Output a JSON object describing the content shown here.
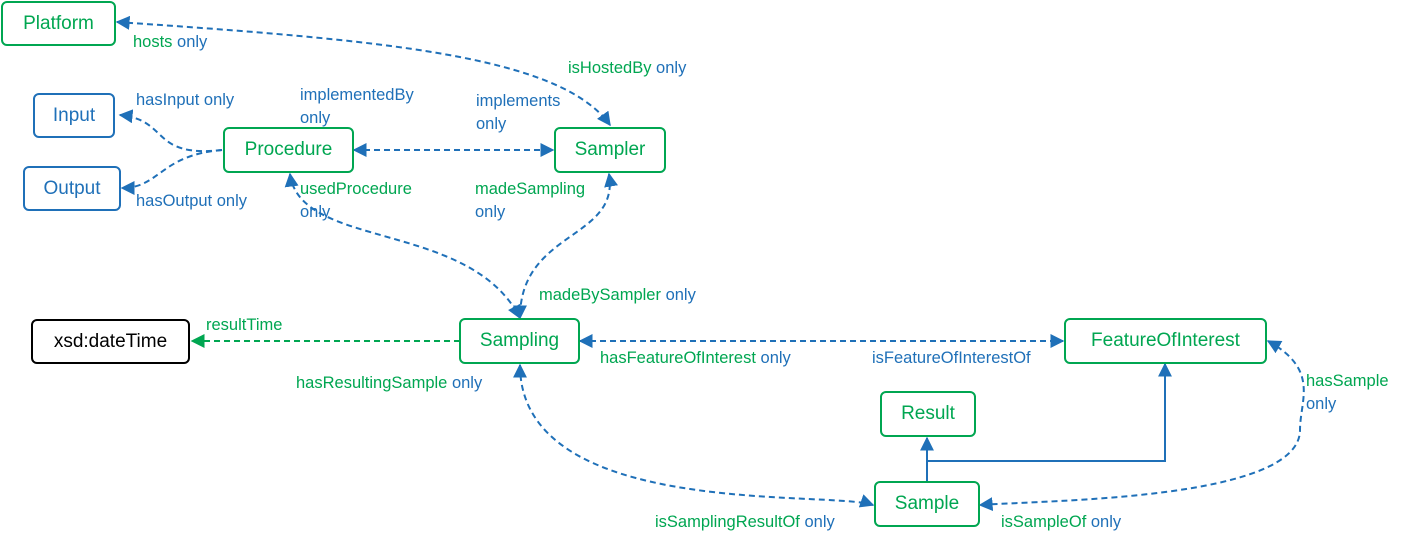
{
  "colors": {
    "green": "#00a651",
    "blue": "#1f70b8",
    "black": "#000000"
  },
  "nodes": {
    "platform": "Platform",
    "input": "Input",
    "output": "Output",
    "procedure": "Procedure",
    "sampler": "Sampler",
    "datetime": "xsd:dateTime",
    "sampling": "Sampling",
    "foi": "FeatureOfInterest",
    "result": "Result",
    "sample": "Sample"
  },
  "edge_labels": {
    "hosts": "hosts",
    "hosted_by": "isHostedBy",
    "has_input": "hasInput",
    "implemented_by": "implementedBy",
    "implements": "implements",
    "has_output": "hasOutput",
    "used_procedure": "usedProcedure",
    "made_sampling": "madeSampling",
    "made_by_sampler": "madeBySampler",
    "result_time": "resultTime",
    "has_foi": "hasFeatureOfInterest",
    "is_foi_of": "isFeatureOfInterestOf",
    "has_resulting_sample": "hasResultingSample",
    "has_sample": "hasSample",
    "is_sampling_result_of": "isSamplingResultOf",
    "is_sample_of": "isSampleOf"
  },
  "restriction": "only"
}
